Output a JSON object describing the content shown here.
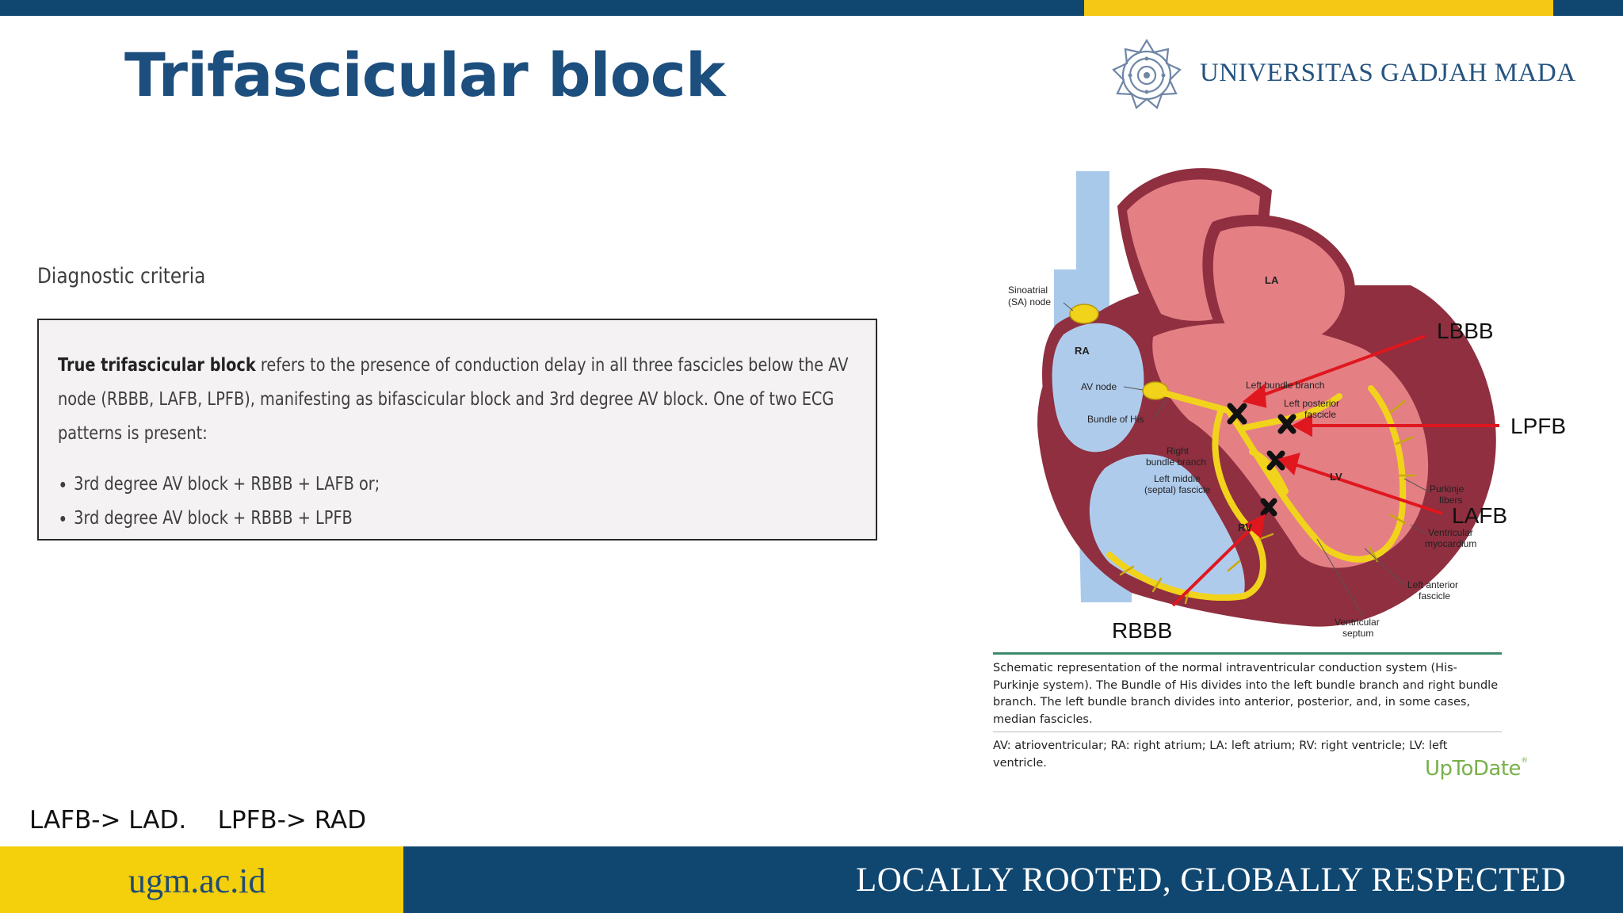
{
  "slide": {
    "title": "Trifascicular block",
    "university": "UNIVERSITAS GADJAH MADA",
    "section_heading": "Diagnostic criteria",
    "criteria": {
      "bold_lead": "True trifascicular block",
      "text": " refers to the presence of conduction delay in all three fascicles below the AV node (RBBB, LAFB, LPFB), manifesting as bifascicular block and 3rd degree AV block. One of two ECG patterns is present:",
      "patterns": [
        "3rd degree AV block + RBBB + LAFB or;",
        "3rd degree AV block + RBBB + LPFB"
      ]
    },
    "note": "LAFB-> LAD.    LPFB-> RAD"
  },
  "figure": {
    "labels": {
      "la": "LA",
      "ra": "RA",
      "lv": "LV",
      "rv": "RV",
      "sa_node_1": "Sinoatrial",
      "sa_node_2": "(SA) node",
      "av_node": "AV node",
      "bundle_of_his": "Bundle of His",
      "left_bundle_branch": "Left bundle branch",
      "left_posterior_1": "Left posterior",
      "left_posterior_2": "fascicle",
      "right_bundle_1": "Right",
      "right_bundle_2": "bundle branch",
      "left_middle_1": "Left middle",
      "left_middle_2": "(septal) fascicle",
      "purkinje_1": "Purkinje",
      "purkinje_2": "fibers",
      "ventricular_myo_1": "Ventricular",
      "ventricular_myo_2": "myocardium",
      "left_anterior_1": "Left anterior",
      "left_anterior_2": "fascicle",
      "ventricular_septum_1": "Ventricular",
      "ventricular_septum_2": "septum"
    },
    "block_labels": {
      "lbbb": "LBBB",
      "lpfb": "LPFB",
      "lafb": "LAFB",
      "rbbb": "RBBB"
    },
    "caption": "Schematic representation of the normal intraventricular conduction system (His-Purkinje system). The Bundle of His divides into the left bundle branch and right bundle branch. The left bundle branch divides into anterior, posterior, and, in some cases, median fascicles.",
    "abbreviations": "AV: atrioventricular; RA: right atrium; LA: left atrium; RV: right ventricle; LV: left ventricle.",
    "source": "UpToDate",
    "source_mark": "®",
    "colors": {
      "vessel": "#a9c9ea",
      "chamber_wall": "#8f2f3f",
      "myocardium": "#e47f84",
      "chamber_blue": "#afcbec",
      "conduction": "#f2d31b",
      "block_arrow": "#e0171f"
    }
  },
  "footer": {
    "url": "ugm.ac.id",
    "motto": "LOCALLY ROOTED, GLOBALLY RESPECTED"
  },
  "theme": {
    "navy": "#0f4771",
    "gold": "#f4c815",
    "title_blue": "#1c4e7e"
  }
}
